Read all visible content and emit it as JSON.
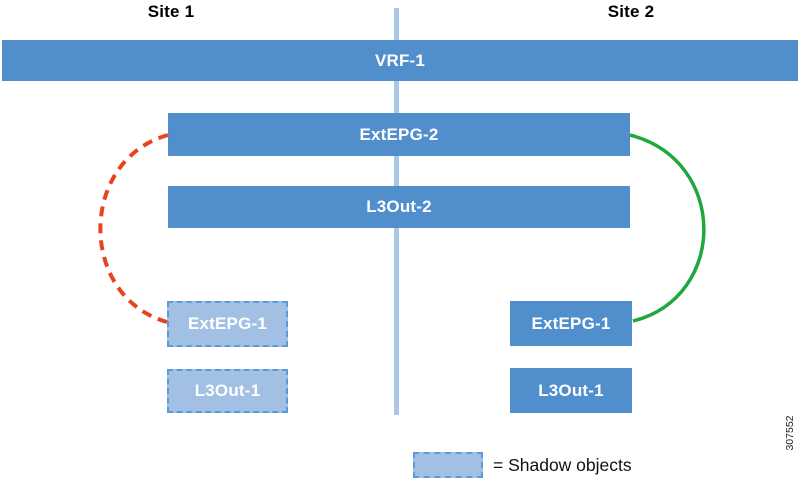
{
  "figure": {
    "site1_label": "Site 1",
    "site2_label": "Site 2",
    "figure_number": "307552"
  },
  "shared_objects": {
    "vrf": "VRF-1",
    "extepg2": "ExtEPG-2",
    "l3out2": "L3Out-2"
  },
  "site1_objects": {
    "extepg1": "ExtEPG-1",
    "l3out1": "L3Out-1",
    "style": "shadow"
  },
  "site2_objects": {
    "extepg1": "ExtEPG-1",
    "l3out1": "L3Out-1",
    "style": "solid"
  },
  "legend": {
    "label": "= Shadow objects"
  },
  "colors": {
    "bar_blue": "#518fcc",
    "shadow_fill": "#a1c0e3",
    "shadow_border": "#5b9bd5",
    "divider_blue": "#a9c7e8",
    "curve_dashed_red": "#e8431c",
    "curve_solid_green": "#1fa83d"
  }
}
